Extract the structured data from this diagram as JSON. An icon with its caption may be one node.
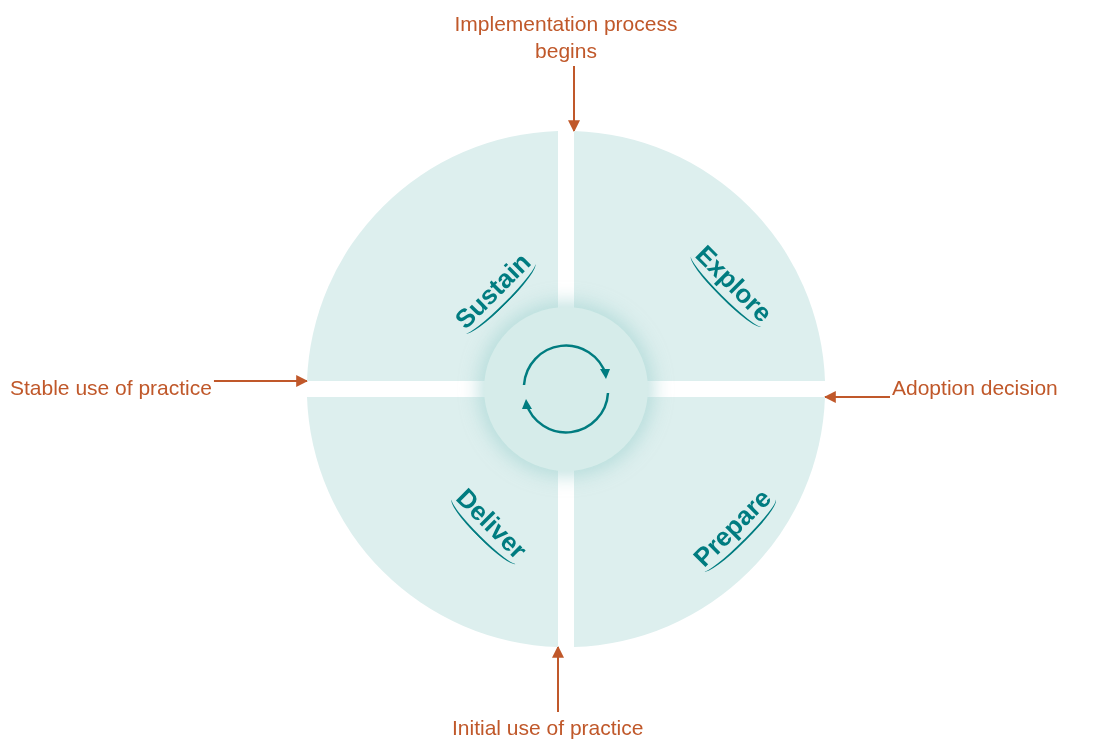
{
  "diagram": {
    "nodes": [
      {
        "text": [
          "Implementation process begins"
        ]
      },
      {
        "text": [
          "Sustain"
        ]
      },
      {
        "text": [
          "Explore"
        ]
      },
      {
        "text": [
          "Stable use of practice"
        ]
      },
      {
        "text": [
          "Adoption decision"
        ]
      },
      {
        "text": [],
        "shape": "circle"
      },
      {
        "text": [
          "Deliver"
        ]
      },
      {
        "text": [
          "Prepare"
        ]
      },
      {
        "text": [
          "Initial use of practice"
        ]
      }
    ],
    "edges": [
      {
        "from": 0,
        "to": 2,
        "arrow": "to"
      },
      {
        "from": 3,
        "to": 1,
        "arrow": "to"
      },
      {
        "from": 4,
        "to": 7,
        "arrow": "to"
      },
      {
        "from": 8,
        "to": 6,
        "arrow": "to"
      }
    ]
  }
}
